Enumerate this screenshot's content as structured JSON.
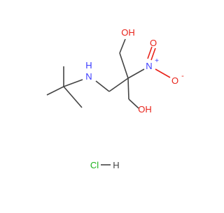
{
  "molecule": {
    "atoms": {
      "oh_top": "OH",
      "oh_bottom": "OH",
      "n_amine": "N",
      "h_amine": "H",
      "n_nitro": "N",
      "n_nitro_charge": "+",
      "o_nitro_single": "O",
      "o_nitro_single_charge": "-",
      "o_nitro_double": "O",
      "hcl_cl": "Cl",
      "hcl_h": "H"
    },
    "colors": {
      "carbon_bond": "#444444",
      "oxygen": "#e8231a",
      "nitrogen": "#3a3aff",
      "chlorine": "#1db31d",
      "hydrogen": "#444444"
    }
  }
}
